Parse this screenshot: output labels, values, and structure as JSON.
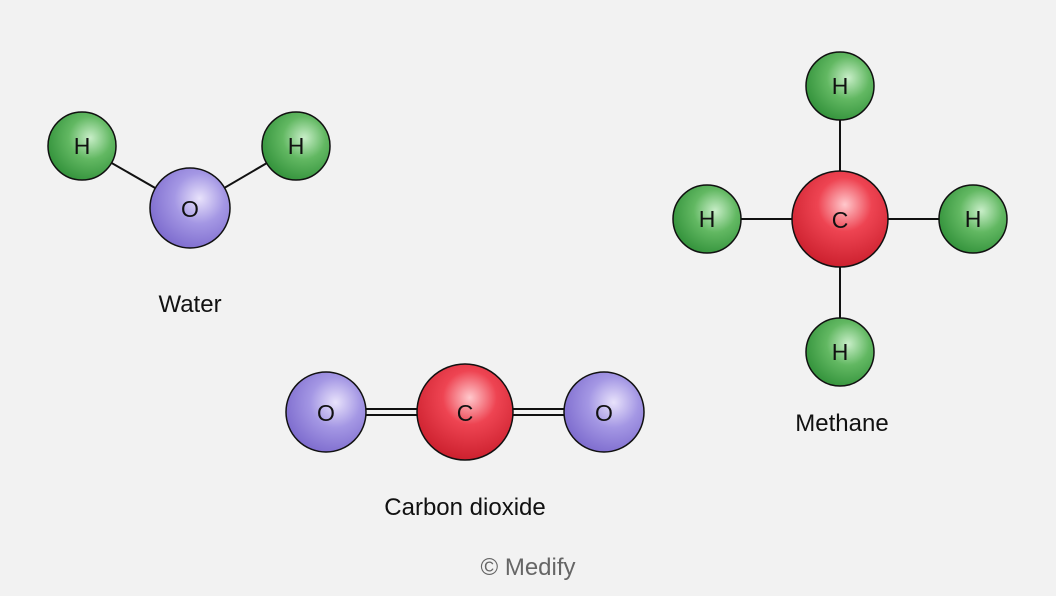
{
  "colors": {
    "background": "#f2f2f2",
    "hydrogen": "#4caf50",
    "oxygen": "#9b8de0",
    "carbon": "#e53040"
  },
  "molecules": {
    "water": {
      "name": "Water",
      "atoms": {
        "h_left": "H",
        "o": "O",
        "h_right": "H"
      }
    },
    "carbon_dioxide": {
      "name": "Carbon dioxide",
      "atoms": {
        "o_left": "O",
        "c": "C",
        "o_right": "O"
      }
    },
    "methane": {
      "name": "Methane",
      "atoms": {
        "h_top": "H",
        "h_left": "H",
        "c": "C",
        "h_right": "H",
        "h_bottom": "H"
      }
    }
  },
  "footer": {
    "copyright": "© Medify"
  }
}
